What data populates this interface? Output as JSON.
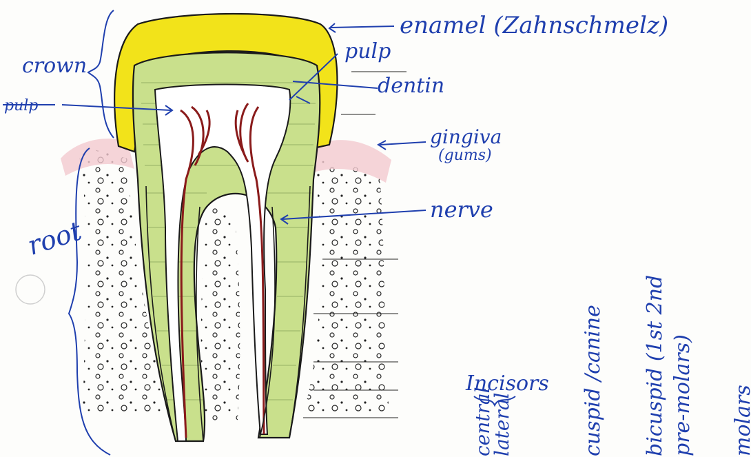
{
  "labels": {
    "enamel": "enamel (Zahnschmelz)",
    "pulp_top": "pulp",
    "dentin": "dentin",
    "gingiva_line1": "gingiva",
    "gingiva_line2": "(gums)",
    "nerve": "nerve",
    "crown": "crown",
    "pulp_crossed": "pulp",
    "root": "root"
  },
  "tooth_types": {
    "incisors": "Incisors",
    "lateral": "lateral",
    "central": "central",
    "cuspid": "cuspid /canine",
    "bicuspid": "bicuspid (1st 2nd",
    "premolars": "pre-molars)",
    "molars": "molars"
  },
  "colors": {
    "enamel": "#f2e31a",
    "dentin": "#c9e08c",
    "pulp_nerve": "#8a1b1b",
    "gum": "#f3c9cf",
    "ink": "#1f3fae",
    "outline": "#1a1a1a"
  }
}
